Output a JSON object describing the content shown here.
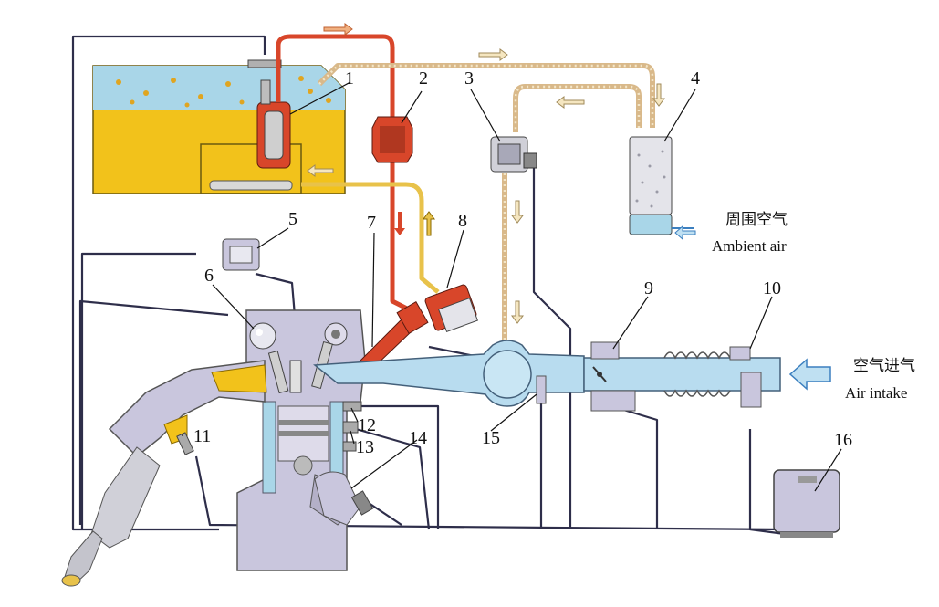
{
  "labels": {
    "n1": "1",
    "n2": "2",
    "n3": "3",
    "n4": "4",
    "n5": "5",
    "n6": "6",
    "n7": "7",
    "n8": "8",
    "n9": "9",
    "n10": "10",
    "n11": "11",
    "n12": "12",
    "n13": "13",
    "n14": "14",
    "n15": "15",
    "n16": "16"
  },
  "captions": {
    "ambient_cn": "周围空气",
    "ambient_en": "Ambient air",
    "intake_cn": "空气进气",
    "intake_en": "Air intake"
  },
  "colors": {
    "fuel_supply": "#d8462a",
    "fuel_return": "#e8c24a",
    "tank_fuel": "#f2c21b",
    "tank_vapor": "#a9d6e8",
    "intake_air": "#b8dcef",
    "engine_block": "#c9c6dd",
    "wiring": "#2e2e4a"
  }
}
